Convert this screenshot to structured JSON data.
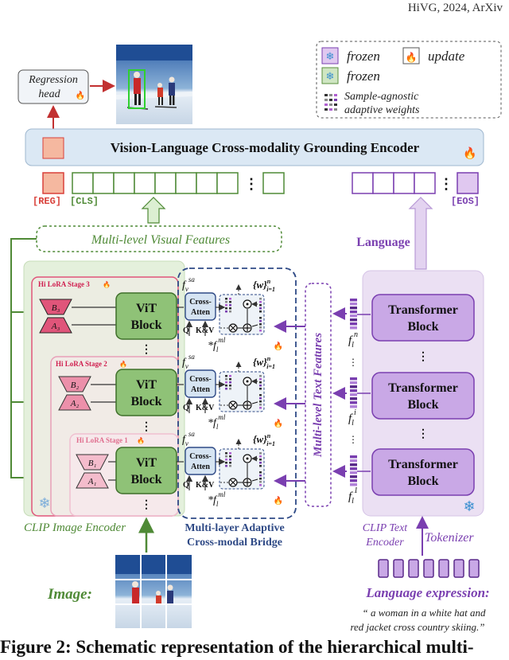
{
  "header": {
    "running_title": "HiVG, 2024, ArXiv"
  },
  "legend": {
    "frozen_purple": "frozen",
    "update": "update",
    "frozen_green": "frozen",
    "sample_agnostic_1": "Sample-agnostic",
    "sample_agnostic_2": "adaptive weights"
  },
  "top": {
    "regression_head_1": "Regression",
    "regression_head_2": "head",
    "encoder_title": "Vision-Language Cross-modality Grounding Encoder",
    "reg_token": "[REG]",
    "cls_token": "[CLS]",
    "eos_token": "[EOS]",
    "dots": "⋮"
  },
  "visual": {
    "multi_level": "Multi-level Visual Features",
    "clip_image_encoder": "CLIP Image Encoder",
    "stage3": "Hi LoRA Stage 3",
    "stage2": "Hi LoRA Stage 2",
    "stage1": "Hi LoRA Stage 1",
    "vit_line1": "ViT",
    "vit_line2": "Block",
    "b3": "B₃",
    "a3": "A₃",
    "b2": "B₂",
    "a2": "A₂",
    "b1": "B₁",
    "a1": "A₁",
    "image_label": "Image:"
  },
  "bridge": {
    "cross_1": "Cross-",
    "cross_2": "Atten",
    "q": "Q",
    "kv": "K&V",
    "f_sa": "f",
    "sub_v": "v",
    "sup_sa": "sa",
    "f_ml": "*f",
    "sub_l": "l",
    "sup_ml": "ml",
    "w_set": "{w}",
    "w_sup": "n",
    "w_sub": "i=1",
    "title_1": "Multi-layer Adaptive",
    "title_2": "Cross-modal Bridge"
  },
  "text": {
    "language": "Language",
    "multi_level_text": "Multi-level  Text  Features",
    "transformer_1": "Transformer",
    "transformer_2": "Block",
    "fl": "f",
    "fl_sub": "l",
    "sup_n": "n",
    "sup_i": "i",
    "sup_1": "1",
    "clip_text_1": "CLIP Text",
    "clip_text_2": "Encoder",
    "tokenizer": "Tokenizer",
    "language_expression": "Language expression:",
    "expr_1": "“ a woman in a white hat and",
    "expr_2": "red jacket cross country skiing.”"
  },
  "caption": "Figure 2: Schematic representation of the hierarchical multi-",
  "colors": {
    "visual_green": "#5a8f3c",
    "text_purple": "#7a3fb0",
    "reg_red": "#d8403a",
    "bridge_blue": "#2f4a86",
    "encoder_bar": "#dbe8f4"
  }
}
